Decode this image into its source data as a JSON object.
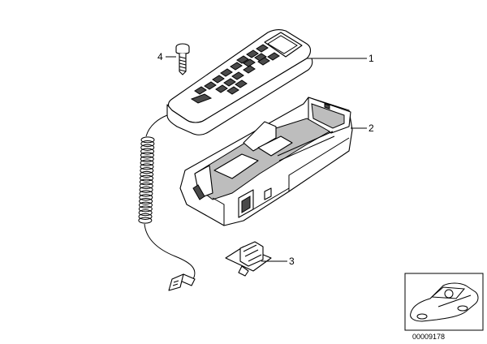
{
  "diagram": {
    "callouts": [
      {
        "id": "1",
        "label": "1"
      },
      {
        "id": "2",
        "label": "2"
      },
      {
        "id": "3",
        "label": "3"
      },
      {
        "id": "4",
        "label": "4"
      }
    ],
    "reference_number": "00009178"
  },
  "colors": {
    "line": "#000000",
    "background": "#ffffff",
    "key_fill": "#4a4a4a",
    "cradle_shade": "#bdbdbd"
  }
}
